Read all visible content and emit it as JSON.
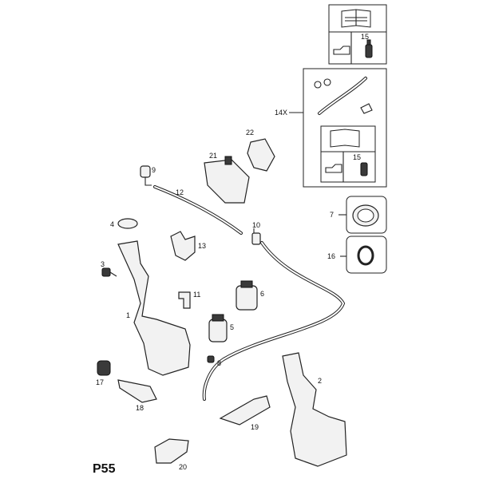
{
  "page_code": "P55",
  "labels": {
    "l1": "1",
    "l2": "2",
    "l3": "3",
    "l4": "4",
    "l5": "5",
    "l6": "6",
    "l7": "7",
    "l8": "8",
    "l9": "9",
    "l10": "10",
    "l11": "11",
    "l12": "12",
    "l13": "13",
    "l14x": "14X",
    "l15a": "15",
    "l15b": "15",
    "l16": "16",
    "l17": "17",
    "l18": "18",
    "l19": "19",
    "l20": "20",
    "l21": "21",
    "l22": "22"
  },
  "colors": {
    "ink": "#222222",
    "fill": "#f2f2f2",
    "dark": "#3a3a3a"
  },
  "icons": [
    "manual-book-icon",
    "wrench-icon",
    "oil-can-icon",
    "spray-bottle-icon"
  ]
}
